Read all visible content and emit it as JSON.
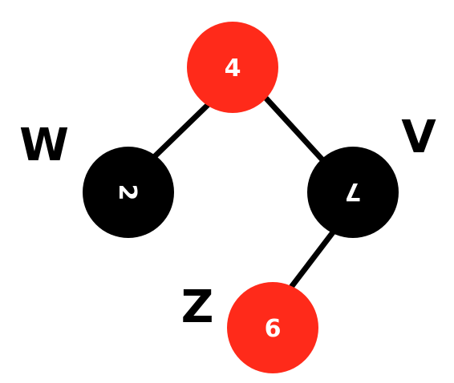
{
  "colors": {
    "red": "#ff2a1a",
    "black": "#000000",
    "edge": "#000000",
    "label_on_node": "#ffffff",
    "tag_text": "#000000"
  },
  "tree": {
    "nodes": [
      {
        "id": "n4",
        "label": "4",
        "color": "red"
      },
      {
        "id": "n2",
        "label": "2",
        "color": "black"
      },
      {
        "id": "n7",
        "label": "7",
        "color": "black"
      },
      {
        "id": "n6",
        "label": "6",
        "color": "red"
      }
    ],
    "edges": [
      {
        "from": "n4",
        "to": "n2"
      },
      {
        "from": "n4",
        "to": "n7"
      },
      {
        "from": "n7",
        "to": "n6"
      }
    ],
    "tags": [
      {
        "node": "n2",
        "text": "W"
      },
      {
        "node": "n7",
        "text": "V"
      },
      {
        "node": "n6",
        "text": "Z"
      }
    ]
  }
}
